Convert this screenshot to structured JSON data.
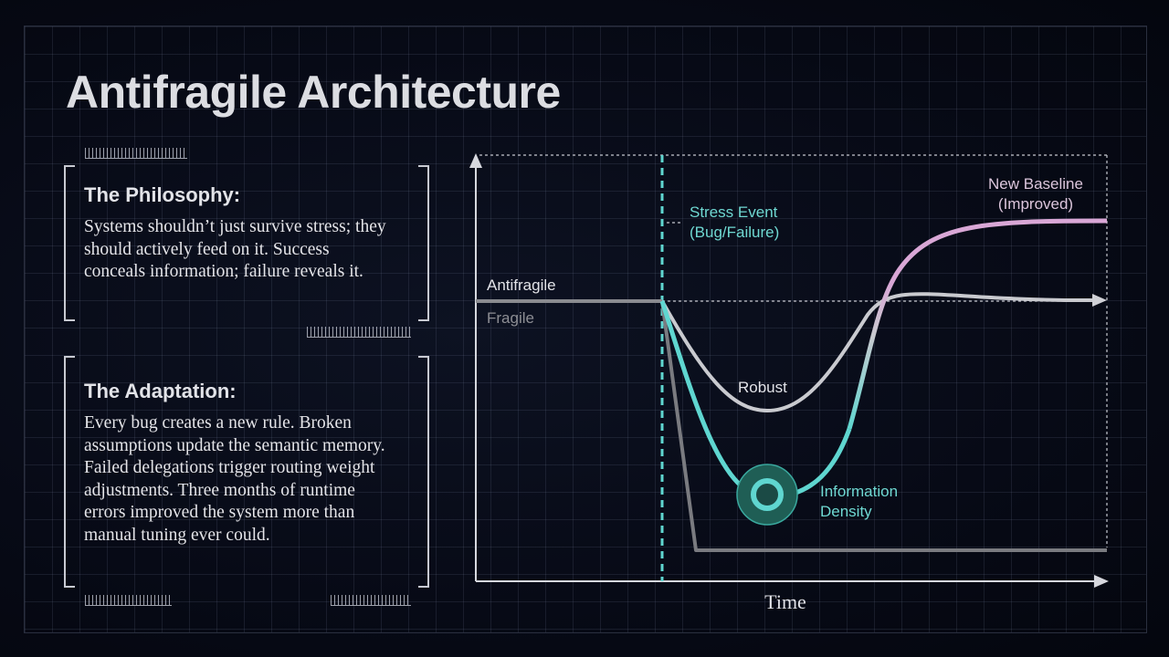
{
  "title": "Antifragile Architecture",
  "cards": [
    {
      "heading": "The Philosophy:",
      "body": "Systems shouldn’t just survive stress; they should actively feed on it. Success conceals information; failure reveals it."
    },
    {
      "heading": "The Adaptation:",
      "body": "Every bug creates a new rule. Broken assumptions update the semantic memory. Failed delegations trigger routing weight adjustments. Three months of runtime errors improved the  system more than manual tuning ever could."
    }
  ],
  "chart": {
    "x_axis_label": "Time",
    "labels": {
      "antifragile": "Antifragile",
      "fragile": "Fragile",
      "stress_event_line1": "Stress Event",
      "stress_event_line2": "(Bug/Failure)",
      "robust": "Robust",
      "new_baseline_line1": "New Baseline",
      "new_baseline_line2": "(Improved)",
      "info_line1": "Information",
      "info_line2": "Density"
    },
    "colors": {
      "antifragile": "#d9a7d6",
      "robust": "#c9cacf",
      "fragile": "#7a7b80",
      "stress": "#5fd6d0",
      "info_marker": "#1f5e55"
    }
  },
  "chart_data": {
    "type": "line",
    "title": "Antifragile Architecture",
    "xlabel": "Time",
    "ylabel": "",
    "grid": true,
    "annotations": [
      "Stress Event (Bug/Failure)",
      "New Baseline (Improved)",
      "Information Density"
    ],
    "x": [
      0,
      1,
      2,
      3,
      4,
      5,
      6,
      7,
      8,
      9,
      10
    ],
    "stress_event_x": 3,
    "series": [
      {
        "name": "Fragile",
        "values": [
          1.0,
          1.0,
          1.0,
          1.0,
          0.0,
          0.0,
          0.0,
          0.0,
          0.0,
          0.0,
          0.0
        ]
      },
      {
        "name": "Robust",
        "values": [
          1.0,
          1.0,
          1.0,
          1.0,
          0.65,
          0.55,
          0.7,
          0.95,
          1.0,
          1.0,
          1.0
        ]
      },
      {
        "name": "Antifragile",
        "values": [
          1.0,
          1.0,
          1.0,
          1.0,
          0.45,
          0.25,
          0.45,
          1.1,
          1.3,
          1.32,
          1.32
        ]
      }
    ]
  }
}
